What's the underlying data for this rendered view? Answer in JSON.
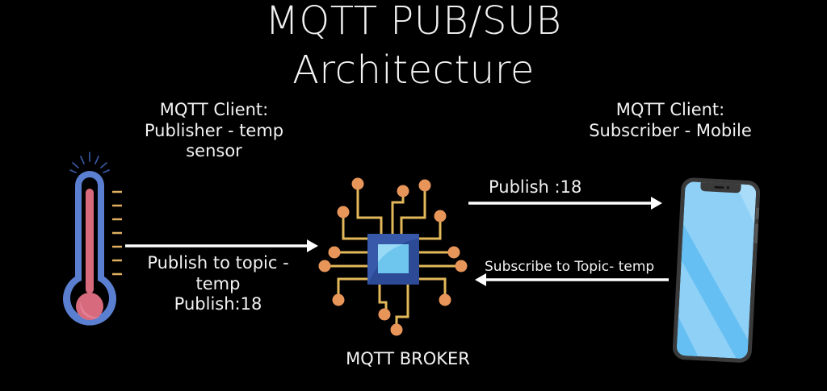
{
  "title": {
    "line1": "MQTT PUB/SUB",
    "line2": "Architecture"
  },
  "publisher": {
    "icon": "thermometer-icon",
    "label_line1": "MQTT Client:",
    "label_line2": "Publisher - temp",
    "label_line3": "sensor"
  },
  "subscriber": {
    "icon": "smartphone-icon",
    "label_line1": "MQTT Client:",
    "label_line2": "Subscriber - Mobile"
  },
  "broker": {
    "icon": "circuit-chip-icon",
    "label": "MQTT BROKER"
  },
  "flows": {
    "publisher_to_broker": {
      "line1": "Publish to topic -",
      "line2": "temp",
      "line3": "Publish:18"
    },
    "broker_to_subscriber": {
      "label": "Publish :18"
    },
    "subscriber_to_broker": {
      "label": "Subscribe to Topic- temp"
    }
  },
  "colors": {
    "background": "#000000",
    "text": "#f2f2f2",
    "thermometer_outline": "#5b7fd0",
    "thermometer_fill": "#d86a7e",
    "tick_marks": "#e0b060",
    "chip_outer": "#2c4a96",
    "chip_inner": "#6ec6ee",
    "chip_traces": "#e2b85a",
    "chip_nodes": "#e8955a",
    "phone_screen": "#8fd0f7",
    "phone_frame": "#3a3a3a",
    "arrows": "#ffffff"
  }
}
